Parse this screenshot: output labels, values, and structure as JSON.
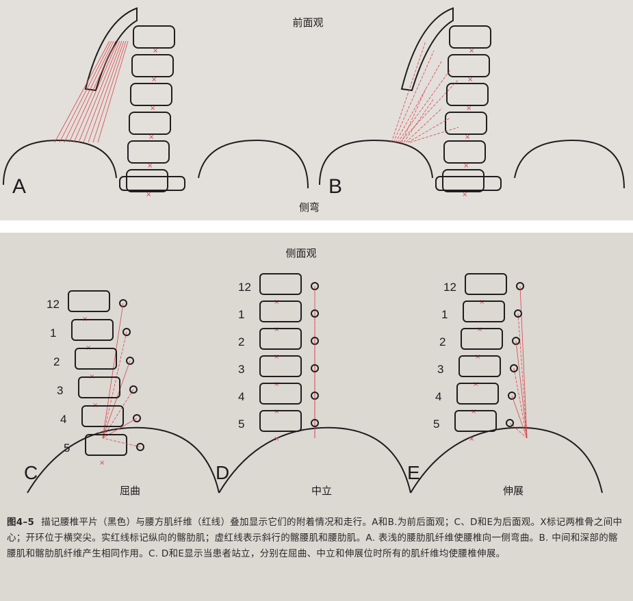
{
  "top_panel": {
    "title": "前面观",
    "bottom_label": "侧弯",
    "panels": [
      {
        "letter": "A"
      },
      {
        "letter": "B"
      }
    ]
  },
  "bottom_panel": {
    "title": "侧面观",
    "panels": [
      {
        "letter": "C",
        "label": "屈曲",
        "levels": [
          "12",
          "1",
          "2",
          "3",
          "4",
          "5"
        ]
      },
      {
        "letter": "D",
        "label": "中立",
        "levels": [
          "12",
          "1",
          "2",
          "3",
          "4",
          "5"
        ]
      },
      {
        "letter": "E",
        "label": "伸展",
        "levels": [
          "12",
          "1",
          "2",
          "3",
          "4",
          "5"
        ]
      }
    ]
  },
  "caption": {
    "figure_number": "图4–5",
    "text": "描记腰椎平片（黑色）与腰方肌纤维（红线）叠加显示它们的附着情况和走行。A和B.为前后面观；C、D和E为后面观。X标记两椎骨之间中心；开环位于横突尖。实红线标记纵向的髂肋肌；虚红线表示斜行的髂腰肌和腰肋肌。A. 表浅的腰肋肌纤维使腰椎向一侧弯曲。B. 中间和深部的髂腰肌和髂肋肌纤维产生相同作用。C. D和E显示当患者站立，分别在屈曲、中立和伸展位时所有的肌纤维均使腰椎伸展。"
  },
  "colors": {
    "fiber": "#d9434a",
    "ink": "#1e1e1e",
    "paper_top": "#e3dfda",
    "paper_bottom": "#dcd8d2"
  }
}
